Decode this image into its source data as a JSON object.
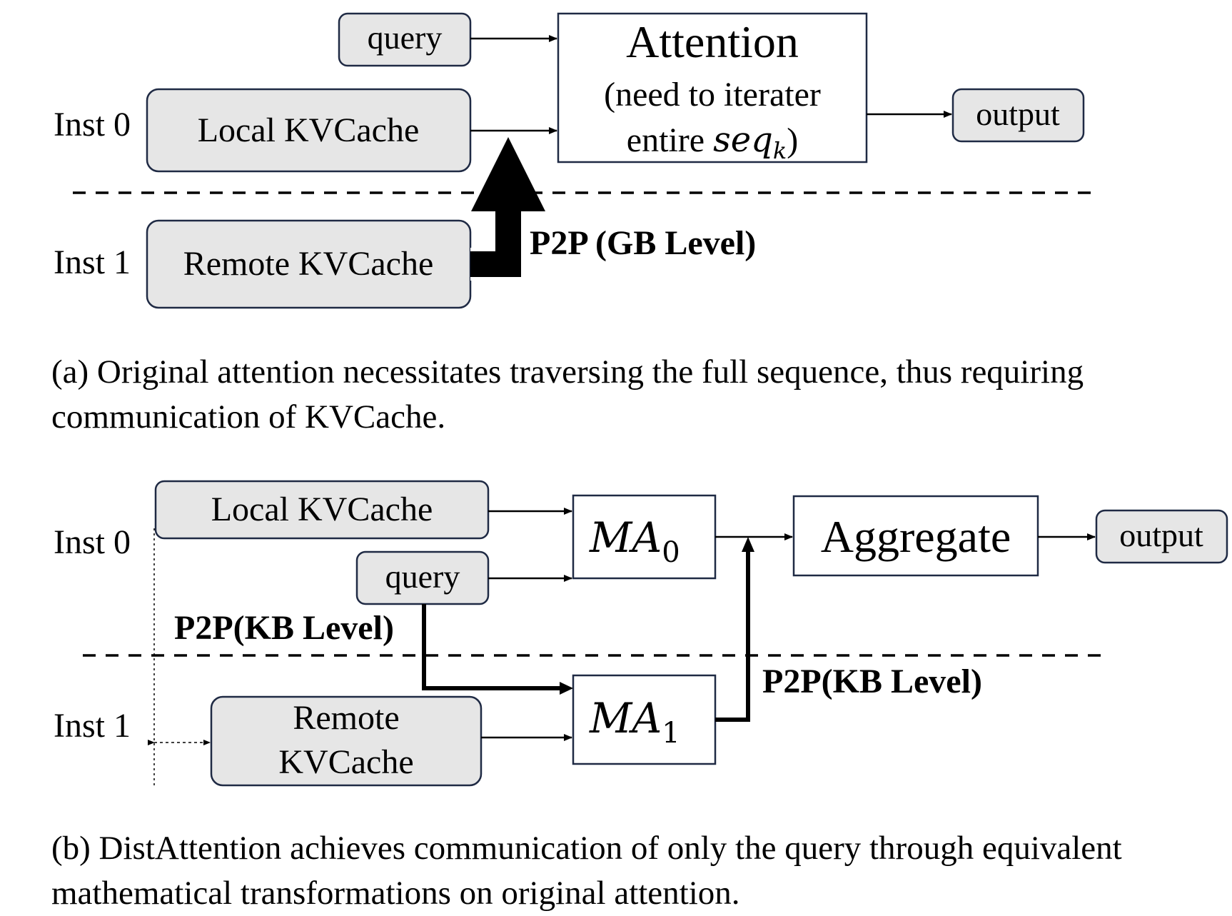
{
  "panel_a": {
    "row_label_0": "Inst 0",
    "row_label_1": "Inst 1",
    "query": "query",
    "local_kvcache": "Local KVCache",
    "remote_kvcache": "Remote KVCache",
    "attention_title": "Attention",
    "attention_line1": "(need to iterater",
    "attention_line2_pre": "entire ",
    "attention_seq": "seq",
    "attention_sub": "k",
    "attention_line2_post": ")",
    "output": "output",
    "p2p": "P2P (GB Level)",
    "caption": "(a) Original attention necessitates traversing the full sequence, thus requiring communication of KVCache."
  },
  "panel_b": {
    "row_label_0": "Inst 0",
    "row_label_1": "Inst 1",
    "local_kvcache": "Local KVCache",
    "query": "query",
    "remote_kvcache_line1": "Remote",
    "remote_kvcache_line2": "KVCache",
    "ma0": "MA",
    "ma0_sub": "0",
    "ma1": "MA",
    "ma1_sub": "1",
    "aggregate": "Aggregate",
    "output": "output",
    "p2p_query": "P2P(KB Level)",
    "p2p_result": "P2P(KB Level)",
    "caption": "(b) DistAttention achieves communication of only the query through equivalent mathematical transformations on original attention."
  },
  "colors": {
    "box_fill": "#e6e6e6",
    "box_stroke": "#1f2a44",
    "line": "#000000"
  }
}
